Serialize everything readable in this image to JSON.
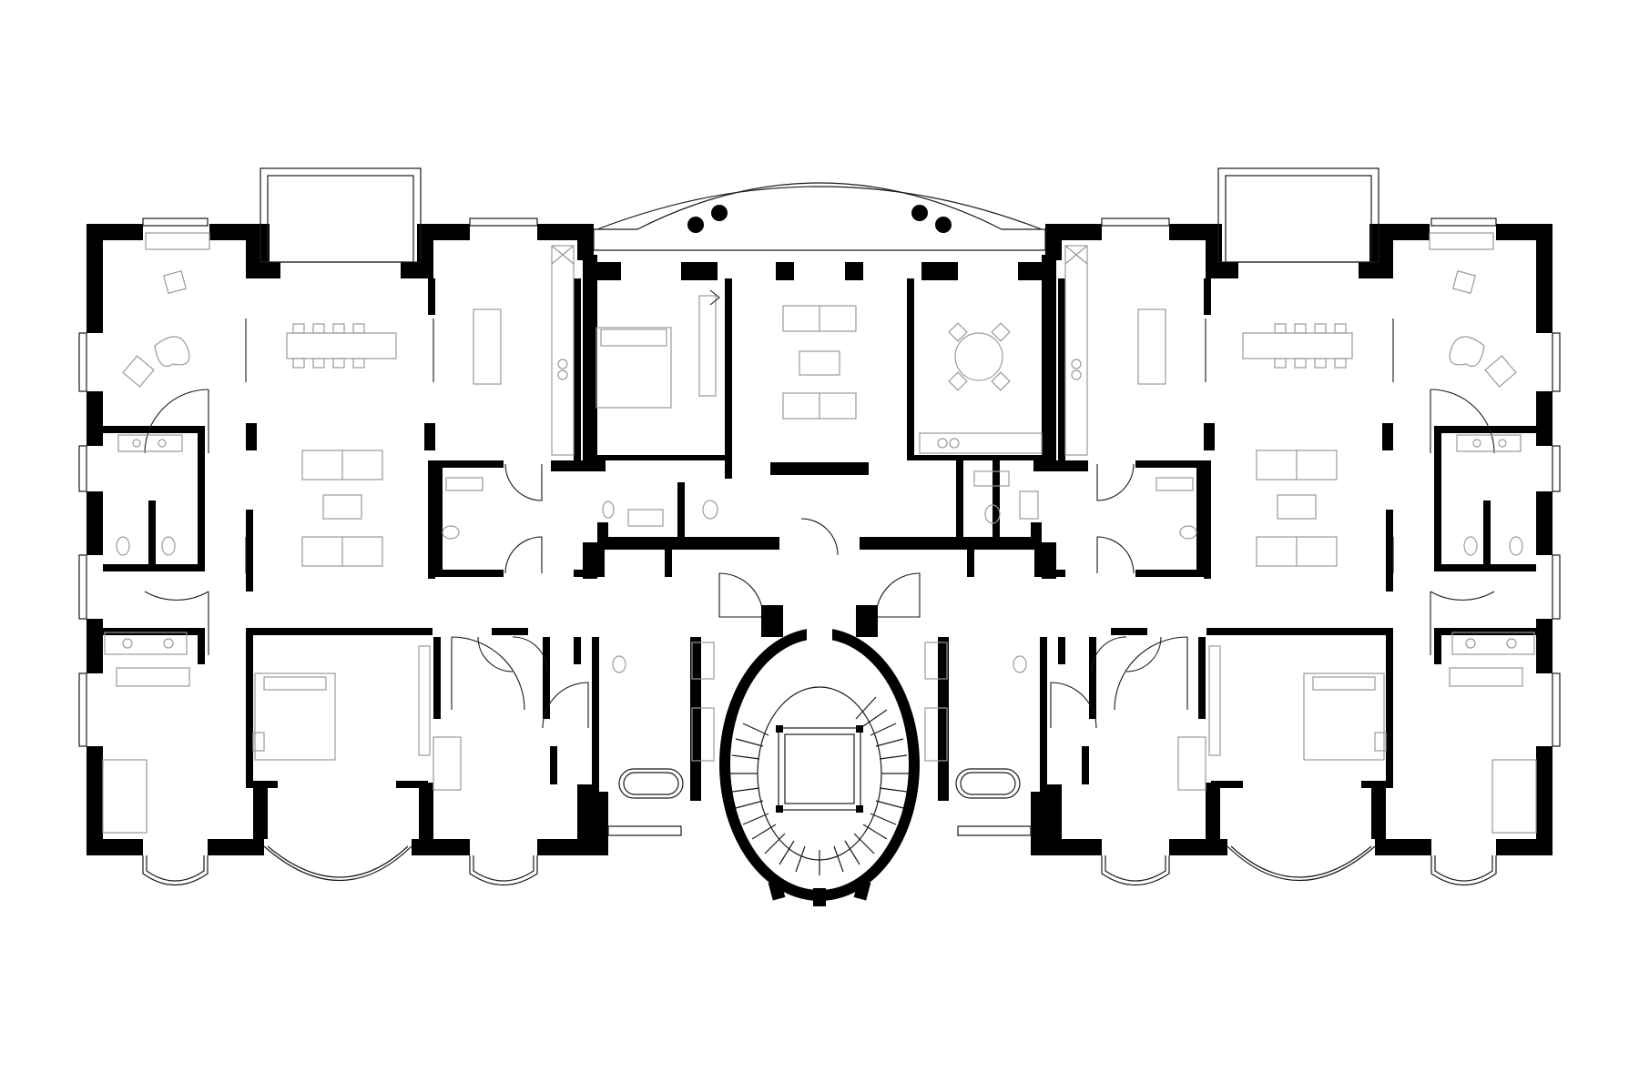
{
  "diagram": {
    "type": "architectural-floor-plan",
    "symmetry": "mirrored-left-right",
    "colors": {
      "background": "#ffffff",
      "wall": "#000000",
      "line": "#1a1a1a",
      "furniture": "#9a9a9a"
    },
    "central_feature": "oval-staircase",
    "north_feature": "curved-terrace-with-four-columns"
  }
}
